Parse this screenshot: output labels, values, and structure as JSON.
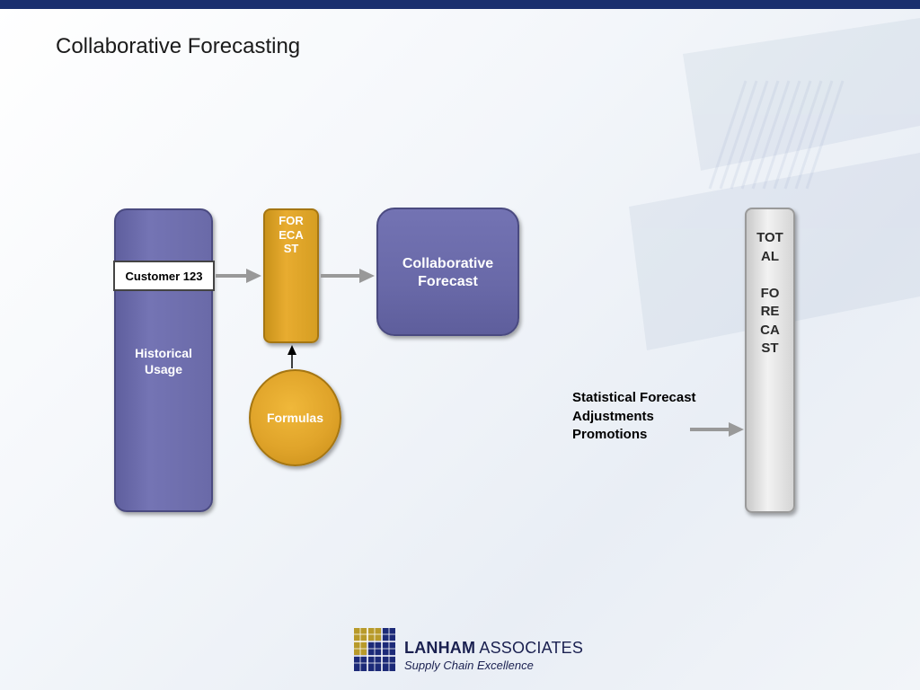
{
  "slide": {
    "title": "Collaborative Forecasting"
  },
  "diagram": {
    "historical_usage": "Historical\nUsage",
    "customer": "Customer 123",
    "forecast_vertical": "FORECAST",
    "collaborative_forecast": "Collaborative\nForecast",
    "formulas": "Formulas",
    "total_forecast_vertical": "TOTAL\n\nFORECAST",
    "inputs": [
      "Statistical Forecast",
      "Adjustments",
      "Promotions"
    ]
  },
  "logo": {
    "name_bold": "LANHAM",
    "name_rest": " ASSOCIATES",
    "tagline": "Supply Chain Excellence"
  },
  "colors": {
    "header_bar": "#1a2f6e",
    "purple_box": "#6d6dad",
    "gold_box": "#e0a42a",
    "gray_box": "#e6e6e6",
    "arrow_gray": "#999999"
  }
}
